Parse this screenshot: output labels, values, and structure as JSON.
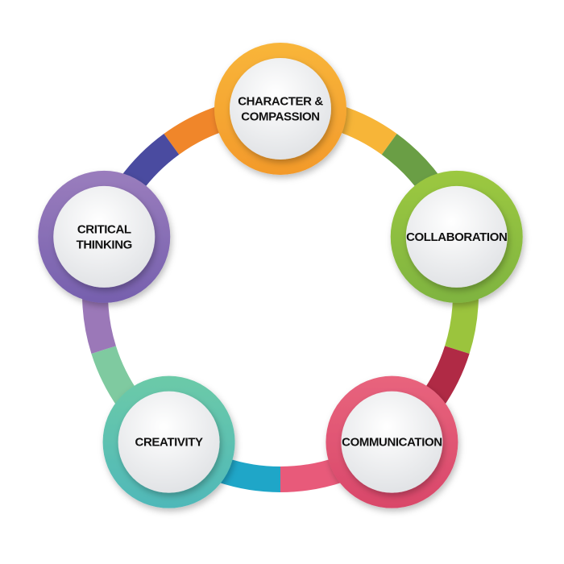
{
  "title": "Five skills cycle",
  "nodes": [
    {
      "id": "character-compassion",
      "lines": [
        "CHARACTER &",
        "COMPASSION"
      ],
      "color": "#f39a2b",
      "color_light": "#f8b53a"
    },
    {
      "id": "collaboration",
      "lines": [
        "COLLABORATION"
      ],
      "color": "#7fb441",
      "color_light": "#9cc83f"
    },
    {
      "id": "communication",
      "lines": [
        "COMMUNICATION"
      ],
      "color": "#d9476a",
      "color_light": "#e8647d"
    },
    {
      "id": "creativity",
      "lines": [
        "CREATIVITY"
      ],
      "color": "#4fb8b9",
      "color_light": "#6ccaa8"
    },
    {
      "id": "critical-thinking",
      "lines": [
        "CRITICAL",
        "THINKING"
      ],
      "color": "#7660ae",
      "color_light": "#9a7dbd"
    }
  ],
  "ring_segments": [
    {
      "color": "#f0862a"
    },
    {
      "color": "#f7b538"
    },
    {
      "color": "#6a9e45"
    },
    {
      "color": "#9bc43d"
    },
    {
      "color": "#b02a45"
    },
    {
      "color": "#e85a7a"
    },
    {
      "color": "#1fa6c8"
    },
    {
      "color": "#7fcaa0"
    },
    {
      "color": "#9b78b8"
    },
    {
      "color": "#4a4ba0"
    }
  ]
}
